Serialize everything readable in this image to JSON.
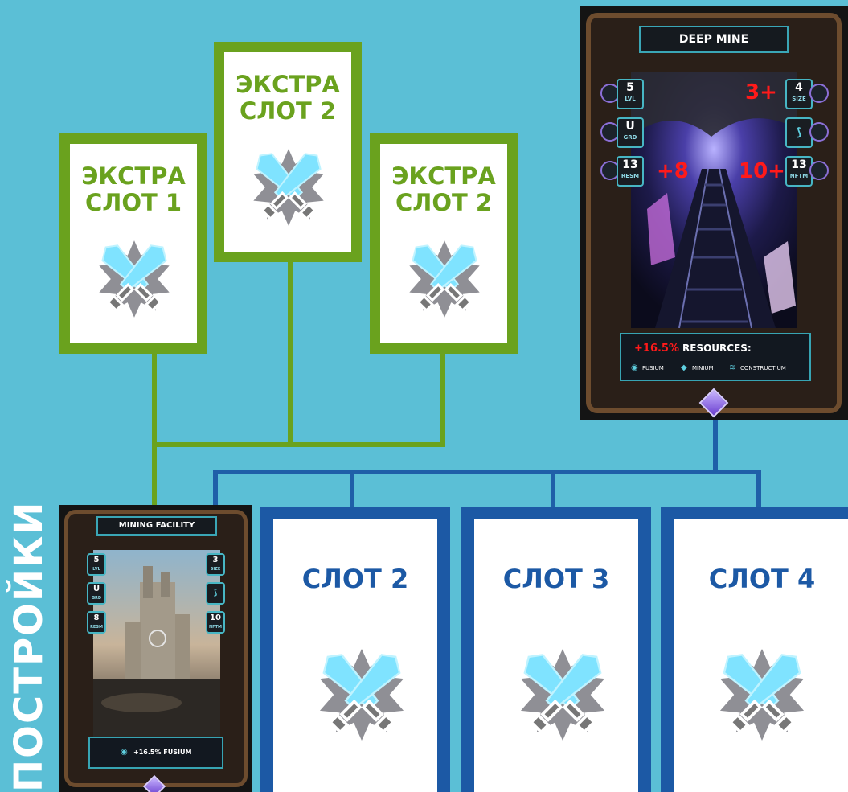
{
  "extra_slots": [
    {
      "title": "ЭКСТРА\nСЛОТ 1"
    },
    {
      "title": "ЭКСТРА\nСЛОТ 2"
    },
    {
      "title": "ЭКСТРА\nСЛОТ 2"
    }
  ],
  "slots": [
    {
      "title": "СЛОТ 2"
    },
    {
      "title": "СЛОТ 3"
    },
    {
      "title": "СЛОТ 4"
    }
  ],
  "vertical_label": "ПОСТРОЙКИ",
  "deep_mine": {
    "title": "DEEP MINE",
    "stats_left": [
      {
        "value": "5",
        "key": "LVL",
        "icon": "chevron-icon"
      },
      {
        "value": "U",
        "key": "GRD",
        "icon": "crown-icon"
      },
      {
        "value": "13",
        "key": "RESM",
        "icon": "castle-icon"
      }
    ],
    "stats_right": [
      {
        "value": "4",
        "key": "SIZE",
        "icon": "move-icon"
      },
      {
        "value": "",
        "key": "",
        "icon": "fusium-logo-icon"
      },
      {
        "value": "13",
        "key": "NFTM",
        "icon": "nftm-icon"
      }
    ],
    "badges": {
      "size": "3+",
      "resm": "+8",
      "nftm": "10+",
      "bonus": "+16.5%"
    },
    "resources_label": "RESOURCES:",
    "resources": [
      "FUSIUM",
      "MINIUM",
      "CONSTRUCTIUM"
    ]
  },
  "mining_facility": {
    "title": "MINING FACILITY",
    "stats_left": [
      {
        "value": "5",
        "key": "LVL"
      },
      {
        "value": "U",
        "key": "GRD"
      },
      {
        "value": "8",
        "key": "RESM"
      }
    ],
    "stats_right": [
      {
        "value": "3",
        "key": "SIZE"
      },
      {
        "value": "",
        "key": ""
      },
      {
        "value": "10",
        "key": "NFTM"
      }
    ],
    "footer": "+16.5% FUSIUM"
  },
  "colors": {
    "background": "#5bbfd6",
    "green": "#6aa21e",
    "blue": "#1c59a5",
    "red_badge": "#ff1a1a"
  }
}
